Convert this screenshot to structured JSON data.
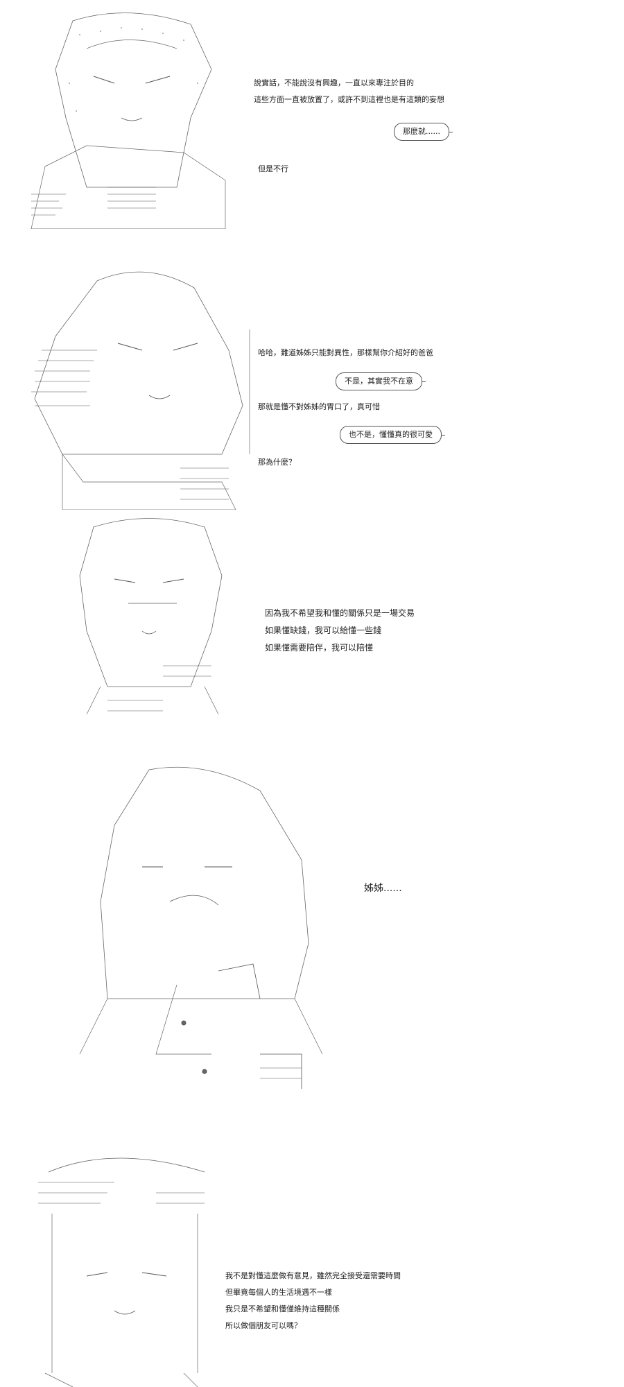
{
  "colors": {
    "background": "#ffffff",
    "text": "#222222",
    "art": "#555555"
  },
  "panel1": {
    "line1": "說實話，不能說沒有興趣，一直以來專注於目的",
    "line2": "這些方面一直被放置了，或許不到這裡也是有這類的妄想",
    "bubble": "那麼就......",
    "line3": "但是不行"
  },
  "panel2": {
    "line1": "哈哈，難道姊姊只能對異性，那樣幫你介紹好的爸爸",
    "bubble1": "不是，其實我不在意",
    "line2": "那就是懂不對姊姊的胃口了，真可惜",
    "bubble2": "也不是，懂懂真的很可愛",
    "line3": "那為什麼？"
  },
  "panel3": {
    "line1": "因為我不希望我和懂的關係只是一場交易",
    "line2": "如果懂缺錢，我可以給懂一些錢",
    "line3": "如果懂需要陪伴，我可以陪懂"
  },
  "panel4": {
    "line1": "姊姊......"
  },
  "panel5": {
    "line1": "我不是對懂這麼做有意見，雖然完全接受還需要時間",
    "line2": "但畢竟每個人的生活境遇不一樣",
    "line3": "我只是不希望和懂僅維持這種關係",
    "line4": "所以做個朋友可以嗎？"
  }
}
